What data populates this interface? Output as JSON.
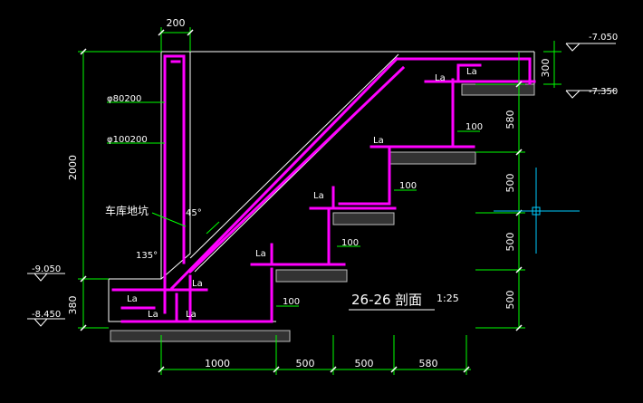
{
  "drawing": {
    "title": "26-26",
    "title_cn": "剖面",
    "scale": "1:25",
    "colors": {
      "background": "#000000",
      "rebar": "#ff00ff",
      "dimension": "#00ff00",
      "outline": "#ffffff",
      "ground": "#cccccc",
      "crosshair": "#00ccff"
    },
    "dimensions": {
      "wall_width": "200",
      "total_height": "2000",
      "base_height": "380",
      "step_rise_top": "300",
      "step_580": "580",
      "step_500_a": "500",
      "step_500_b": "500",
      "step_500_c": "500",
      "bottom_1000": "1000",
      "bottom_500_a": "500",
      "bottom_500_b": "500",
      "bottom_580": "580",
      "offset_100_a": "100",
      "offset_100_b": "100",
      "offset_100_c": "100",
      "offset_100_d": "100"
    },
    "elevations": {
      "top_left": "-7.050",
      "top_right": "-7.350",
      "bottom_left": "-9.050",
      "bottom_right": "-8.450"
    },
    "labels": {
      "rebar_spec_1": "φ80200",
      "rebar_spec_2": "φ100200",
      "garage_pit": "车库地坑",
      "angle_45": "45°",
      "angle_135": "135°",
      "la": "La"
    }
  }
}
